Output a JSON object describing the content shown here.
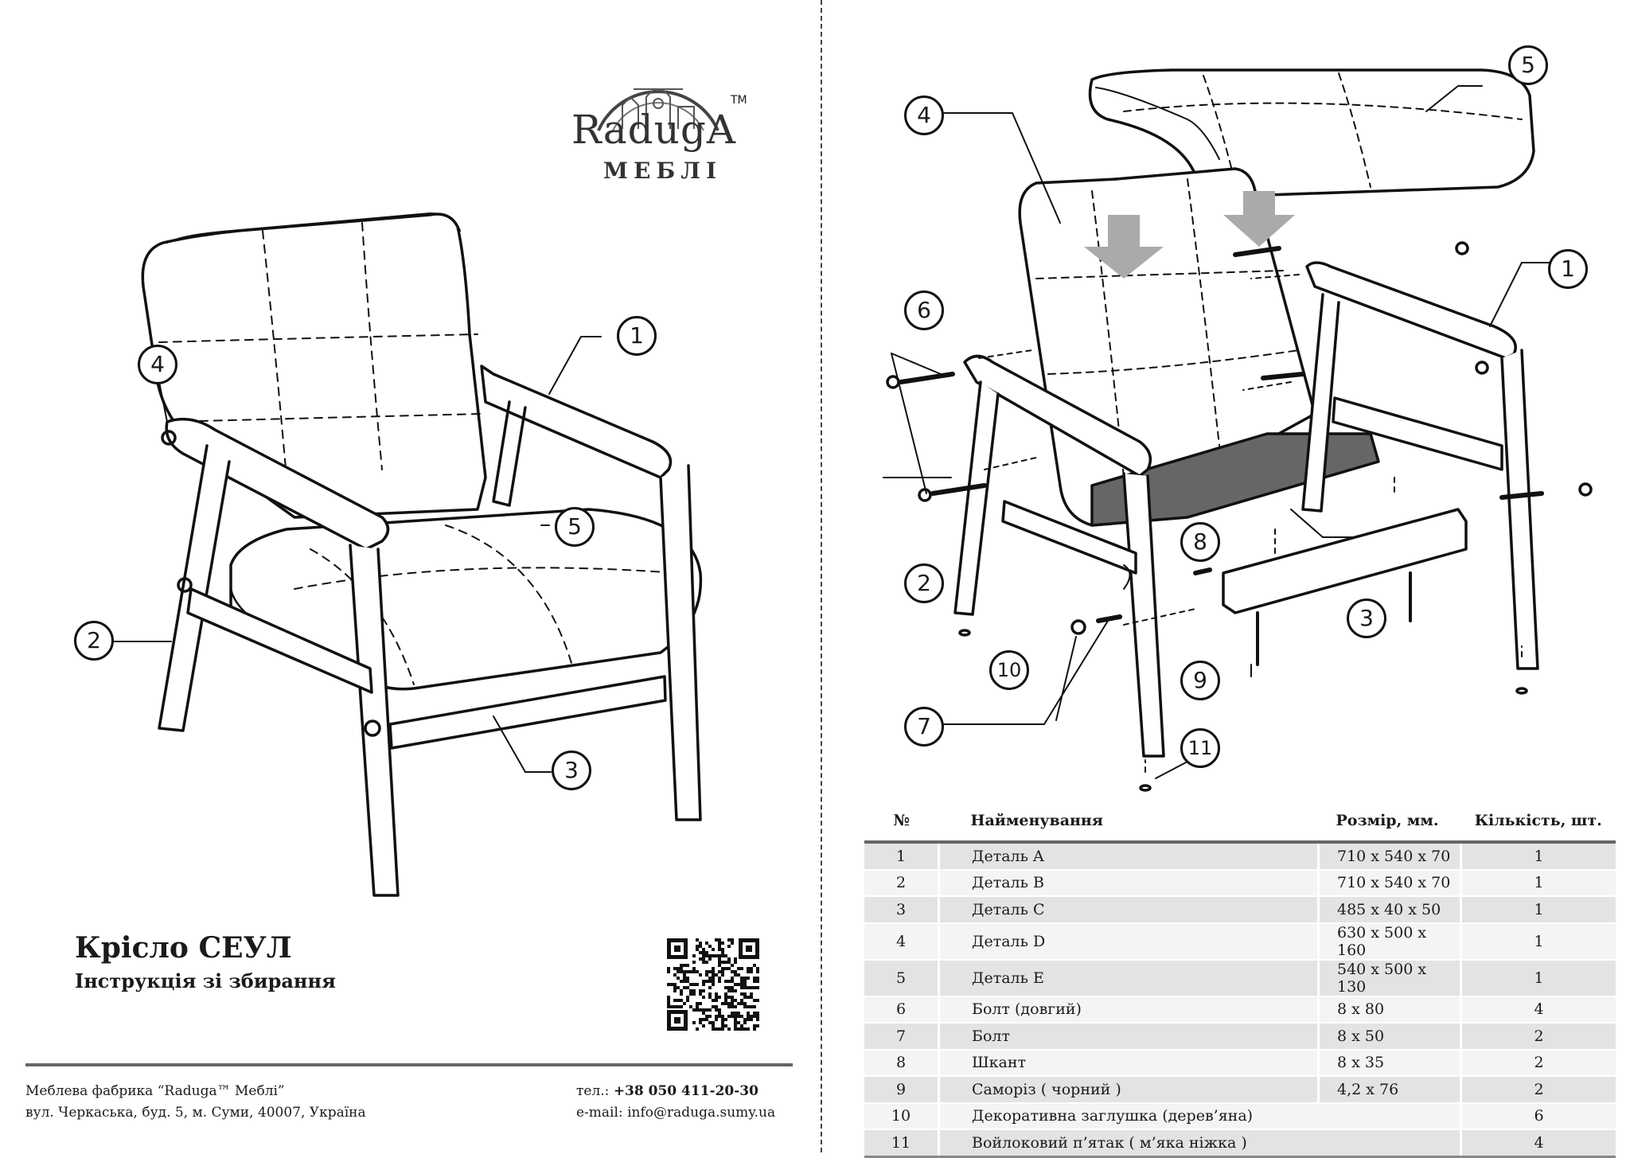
{
  "brand": {
    "name": "RadugA",
    "trademark": "TM",
    "subtitle": "МЕБЛІ"
  },
  "product": {
    "title": "Крісло СЕУЛ",
    "subtitle": "Інструкція зі збирання"
  },
  "footer": {
    "company": "Меблева фабрика “Raduga™ Меблі”",
    "address": "вул. Черкаська, буд. 5, м. Суми, 40007, Україна",
    "phone_label": "тел.:",
    "phone": "+38 050 411-20-30",
    "email_label": "e-mail:",
    "email": "info@raduga.sumy.ua"
  },
  "left_callouts": [
    "1",
    "2",
    "3",
    "4",
    "5"
  ],
  "right_callouts": [
    "1",
    "2",
    "3",
    "4",
    "5",
    "6",
    "7",
    "8",
    "9",
    "10",
    "11"
  ],
  "table": {
    "headers": [
      "№",
      "Найменування",
      "Розмір, мм.",
      "Кількість, шт."
    ],
    "rows": [
      {
        "n": "1",
        "name": "Деталь A",
        "size": "710 x 540 x 70",
        "qty": "1"
      },
      {
        "n": "2",
        "name": "Деталь B",
        "size": "710 x 540 x 70",
        "qty": "1"
      },
      {
        "n": "3",
        "name": "Деталь C",
        "size": "485 x 40 x 50",
        "qty": "1"
      },
      {
        "n": "4",
        "name": "Деталь D",
        "size": "630 x 500 x 160",
        "qty": "1"
      },
      {
        "n": "5",
        "name": "Деталь E",
        "size": "540 x 500 x 130",
        "qty": "1"
      },
      {
        "n": "6",
        "name": "Болт (довгий)",
        "size": "8 x 80",
        "qty": "4"
      },
      {
        "n": "7",
        "name": "Болт",
        "size": "8 x 50",
        "qty": "2"
      },
      {
        "n": "8",
        "name": "Шкант",
        "size": "8 x 35",
        "qty": "2"
      },
      {
        "n": "9",
        "name": "Саморіз ( чорний )",
        "size": "4,2 x 76",
        "qty": "2"
      },
      {
        "n": "10",
        "name": "Декоративна заглушка (дерев’яна)",
        "size": "",
        "qty": "6"
      },
      {
        "n": "11",
        "name": "Войлоковий п’ятак ( м’яка ніжка )",
        "size": "",
        "qty": "4"
      }
    ]
  },
  "colors": {
    "ink": "#1a1a1a",
    "table_odd": "#e3e3e3",
    "table_even": "#f4f4f4",
    "rule": "#666666"
  }
}
